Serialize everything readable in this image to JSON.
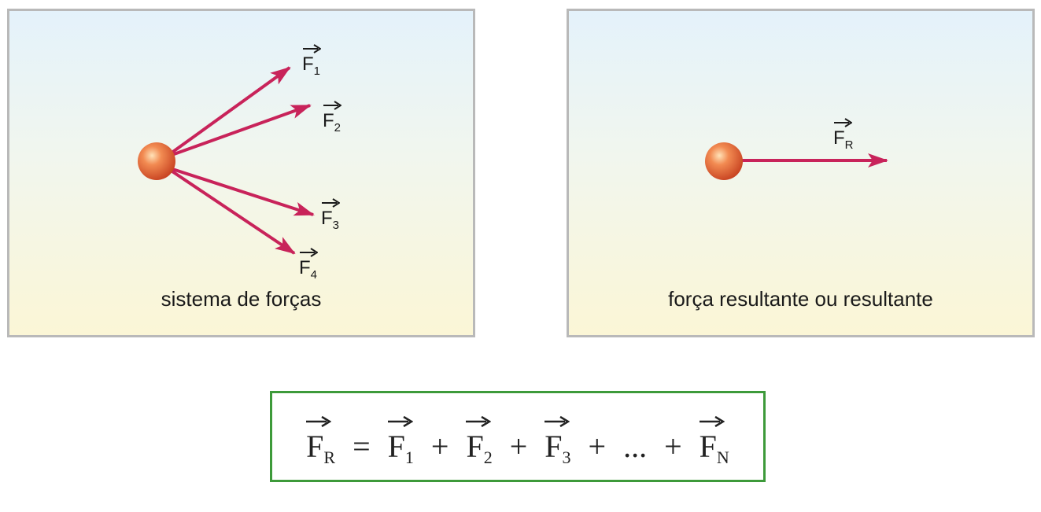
{
  "left_panel": {
    "caption": "sistema de forças",
    "vectors": [
      {
        "symbol": "F",
        "subscript": "1"
      },
      {
        "symbol": "F",
        "subscript": "2"
      },
      {
        "symbol": "F",
        "subscript": "3"
      },
      {
        "symbol": "F",
        "subscript": "4"
      }
    ]
  },
  "right_panel": {
    "caption": "força resultante ou resultante",
    "vector": {
      "symbol": "F",
      "subscript": "R"
    }
  },
  "equation": {
    "lhs": {
      "symbol": "F",
      "subscript": "R"
    },
    "equals": "=",
    "terms": [
      {
        "symbol": "F",
        "subscript": "1"
      },
      {
        "symbol": "F",
        "subscript": "2"
      },
      {
        "symbol": "F",
        "subscript": "3"
      },
      {
        "text": "..."
      },
      {
        "symbol": "F",
        "subscript": "N"
      }
    ],
    "plus": "+"
  },
  "colors": {
    "arrow": "#c8235a",
    "sphere": "#e8623a",
    "equation_border": "#3d9a3a"
  }
}
